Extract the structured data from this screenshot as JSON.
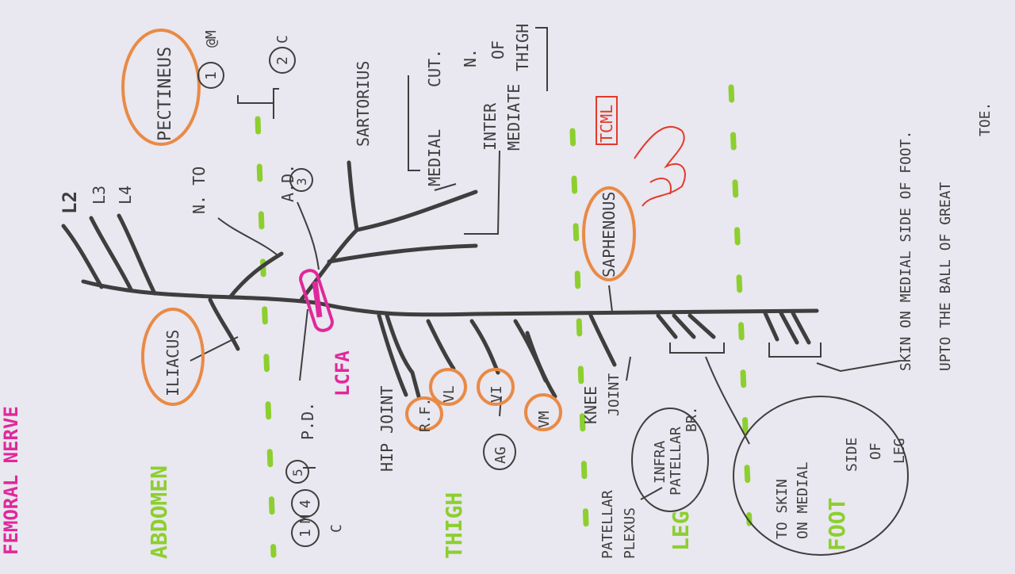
{
  "title": "FEMORAL NERVE",
  "regions": {
    "abdomen": "ABDOMEN",
    "thigh": "THIGH",
    "leg": "LEG",
    "foot": "FOOT"
  },
  "roots": {
    "l2": "L2",
    "l3": "L3",
    "l4": "L4"
  },
  "branches": {
    "iliacus": "ILIACUS",
    "n_to": "N. TO",
    "pectineus": "PECTINEUS",
    "ad": "A.D.",
    "ad_num": "3",
    "sartorius": "SARTORIUS",
    "medial": "MEDIAL",
    "inter": "INTER",
    "mediate": "MEDIATE",
    "cut": "CUT.",
    "n": "N.",
    "of": "OF",
    "thigh_word": "THIGH",
    "pd": "P.D.",
    "pd_num": "5",
    "lcfa": "LCFA",
    "hip_joint": "HIP JOINT",
    "rf": "R.F.",
    "vl": "VL",
    "vi": "VI",
    "vm": "VM",
    "ag": "AG",
    "knee": "KNEE",
    "joint": "JOINT",
    "saphenous": "SAPHENOUS",
    "tcml": "TCML"
  },
  "left_key": {
    "n4": "4",
    "m": "M",
    "n1": "1",
    "c": "C"
  },
  "right_key": {
    "n1": "1",
    "m": "@M",
    "n2": "2",
    "c": "C"
  },
  "infrapatellar": {
    "l1": "INFRA",
    "l2": "PATELLAR",
    "l3": "BR."
  },
  "patellar_plexus": {
    "l1": "PATELLAR",
    "l2": "PLEXUS"
  },
  "to_skin": {
    "l1": "TO SKIN",
    "l2": "ON MEDIAL",
    "l3": "SIDE",
    "l4": "OF",
    "l5": "LEG"
  },
  "skin_foot": {
    "l1": "SKIN ON MEDIAL SIDE OF FOOT.",
    "l2": "UPTO THE BALL OF GREAT",
    "l3": "TOE."
  },
  "colors": {
    "paper": "#e9e7ef",
    "ink": "#3e3e3e",
    "pink": "#e0289a",
    "orange": "#e98a45",
    "green": "#8ccf2e",
    "red": "#e23a2a"
  }
}
